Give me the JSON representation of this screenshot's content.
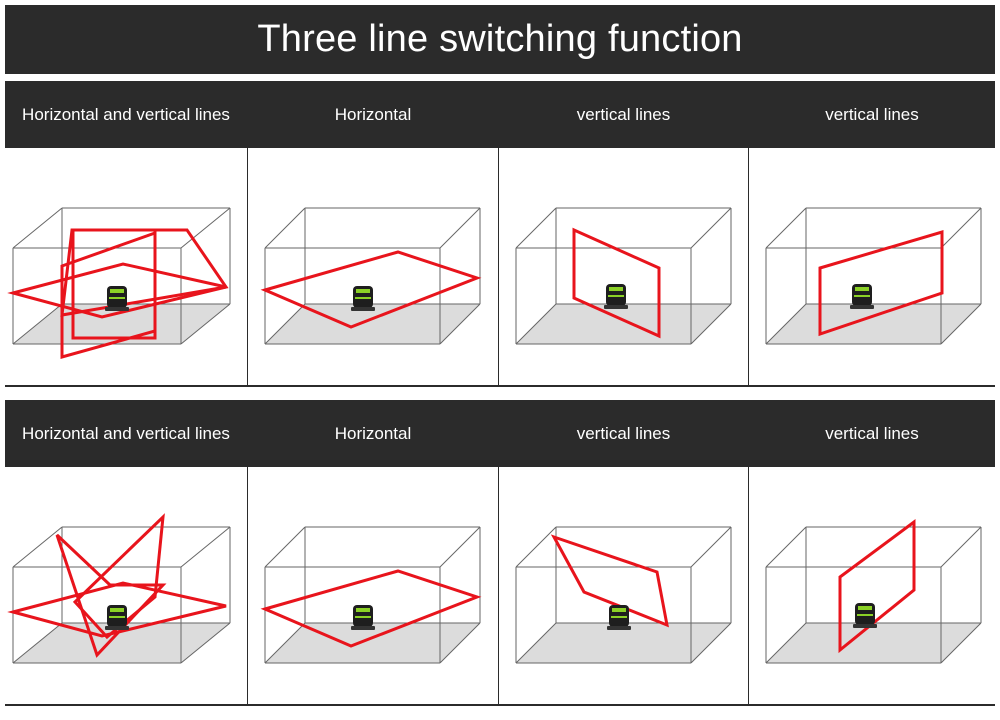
{
  "title": "Three line switching function",
  "colors": {
    "header_bg": "#2b2b2b",
    "laser": "#e8141c",
    "floor": "#dcdcdc",
    "box_line": "#666666",
    "device_accent": "#8bd126"
  },
  "rows": [
    {
      "cells": [
        {
          "label": "Horizontal and vertical lines",
          "icon": "laser-level-icon",
          "mode": "all-three-lines"
        },
        {
          "label": "Horizontal",
          "icon": "laser-level-icon",
          "mode": "horizontal"
        },
        {
          "label": "vertical lines",
          "icon": "laser-level-icon",
          "mode": "vertical-side"
        },
        {
          "label": "vertical lines",
          "icon": "laser-level-icon",
          "mode": "vertical-front"
        }
      ]
    },
    {
      "cells": [
        {
          "label": "Horizontal and vertical lines",
          "icon": "laser-level-icon",
          "mode": "all-three-lines-tilted"
        },
        {
          "label": "Horizontal",
          "icon": "laser-level-icon",
          "mode": "horizontal"
        },
        {
          "label": "vertical lines",
          "icon": "laser-level-icon",
          "mode": "vertical-side-tilted"
        },
        {
          "label": "vertical lines",
          "icon": "laser-level-icon",
          "mode": "vertical-front-tilted"
        }
      ]
    }
  ]
}
